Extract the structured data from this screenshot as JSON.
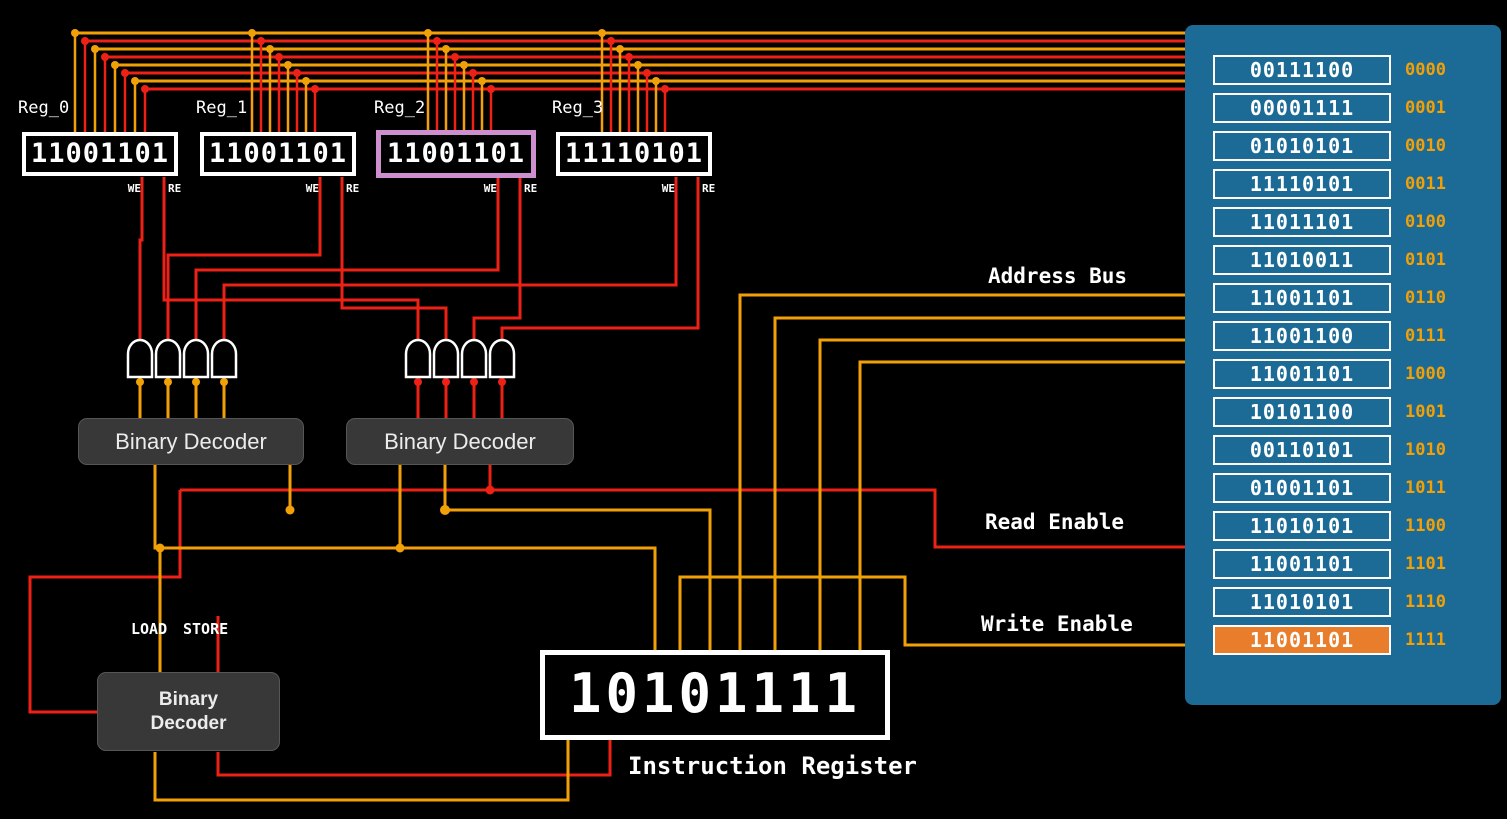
{
  "colors": {
    "wire_orange": "#F2A007",
    "wire_red": "#ED2115",
    "memory_bg": "#1B6B96",
    "memory_highlight": "#E87E2B",
    "register_highlight_border": "#CE8FCE"
  },
  "registers": [
    {
      "name": "Reg_0",
      "value": "11001101",
      "we": "WE",
      "re": "RE",
      "highlighted": false
    },
    {
      "name": "Reg_1",
      "value": "11001101",
      "we": "WE",
      "re": "RE",
      "highlighted": false
    },
    {
      "name": "Reg_2",
      "value": "11001101",
      "we": "WE",
      "re": "RE",
      "highlighted": true
    },
    {
      "name": "Reg_3",
      "value": "11110101",
      "we": "WE",
      "re": "RE",
      "highlighted": false
    }
  ],
  "decoders": {
    "write": "Binary Decoder",
    "read": "Binary Decoder",
    "instruction": "Binary Decoder"
  },
  "control_labels": {
    "load": "LOAD",
    "store": "STORE"
  },
  "bus_labels": {
    "address_bus": "Address Bus",
    "read_enable": "Read Enable",
    "write_enable": "Write Enable"
  },
  "instruction_register": {
    "value": "10101111",
    "label": "Instruction Register"
  },
  "memory": {
    "rows": [
      {
        "value": "00111100",
        "address": "0000",
        "highlighted": false
      },
      {
        "value": "00001111",
        "address": "0001",
        "highlighted": false
      },
      {
        "value": "01010101",
        "address": "0010",
        "highlighted": false
      },
      {
        "value": "11110101",
        "address": "0011",
        "highlighted": false
      },
      {
        "value": "11011101",
        "address": "0100",
        "highlighted": false
      },
      {
        "value": "11010011",
        "address": "0101",
        "highlighted": false
      },
      {
        "value": "11001101",
        "address": "0110",
        "highlighted": false
      },
      {
        "value": "11001100",
        "address": "0111",
        "highlighted": false
      },
      {
        "value": "11001101",
        "address": "1000",
        "highlighted": false
      },
      {
        "value": "10101100",
        "address": "1001",
        "highlighted": false
      },
      {
        "value": "00110101",
        "address": "1010",
        "highlighted": false
      },
      {
        "value": "01001101",
        "address": "1011",
        "highlighted": false
      },
      {
        "value": "11010101",
        "address": "1100",
        "highlighted": false
      },
      {
        "value": "11001101",
        "address": "1101",
        "highlighted": false
      },
      {
        "value": "11010101",
        "address": "1110",
        "highlighted": false
      },
      {
        "value": "11001101",
        "address": "1111",
        "highlighted": true
      }
    ]
  }
}
